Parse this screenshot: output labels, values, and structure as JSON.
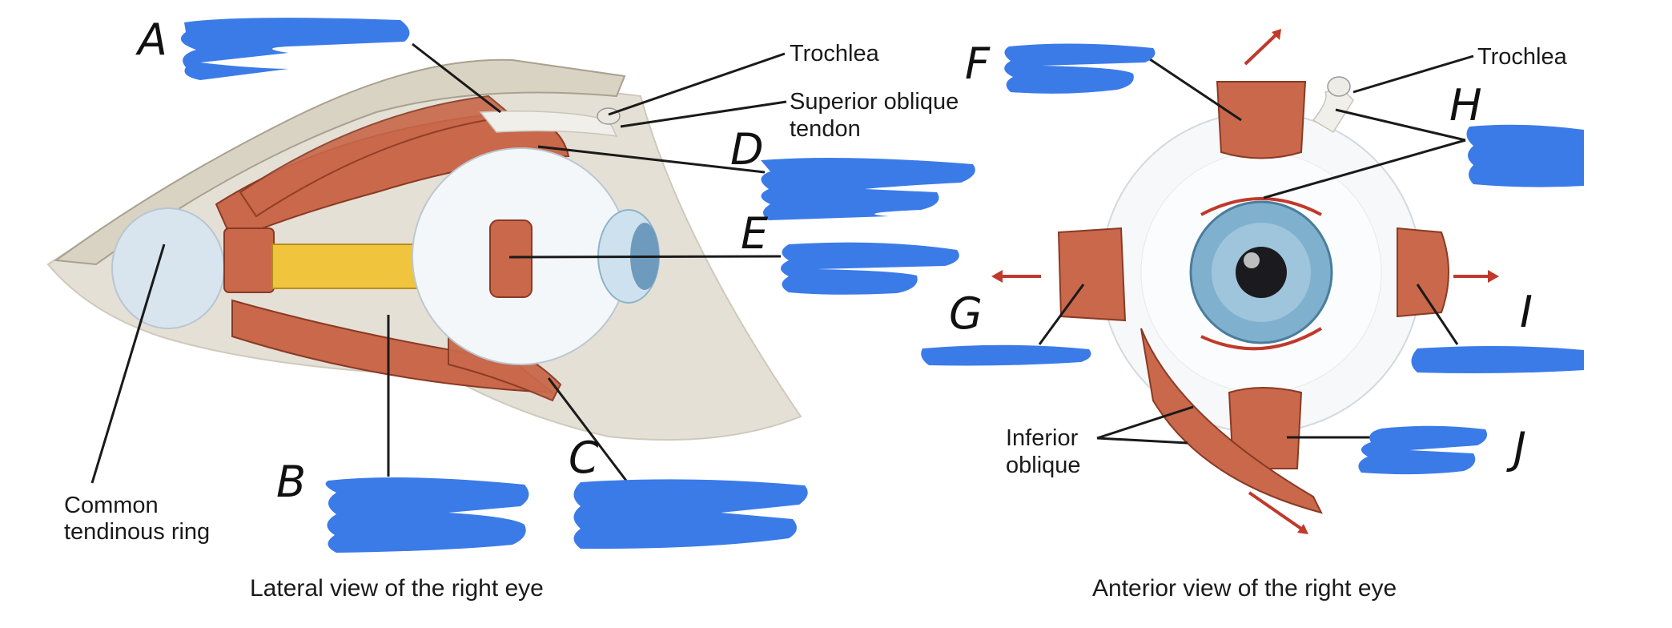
{
  "left_panel": {
    "caption": "Lateral view of the right eye",
    "labels": {
      "trochlea": "Trochlea",
      "superior_oblique_tendon_line1": "Superior oblique",
      "superior_oblique_tendon_line2": "tendon",
      "common_ring_line1": "Common",
      "common_ring_line2": "tendinous ring"
    },
    "handwritten": {
      "a": "A",
      "b": "B",
      "c": "C",
      "d": "D",
      "e": "E"
    }
  },
  "right_panel": {
    "caption": "Anterior view of the right eye",
    "labels": {
      "trochlea": "Trochlea",
      "inferior_oblique_line1": "Inferior",
      "inferior_oblique_line2": "oblique"
    },
    "handwritten": {
      "f": "F",
      "g": "G",
      "h": "H",
      "i": "I",
      "j": "J"
    }
  },
  "colors": {
    "mask": "#3b7be8",
    "muscle": "#c9684a",
    "arrow": "#c0392b",
    "bone": "#e4e0d6",
    "optic_nerve": "#f0c43c"
  }
}
